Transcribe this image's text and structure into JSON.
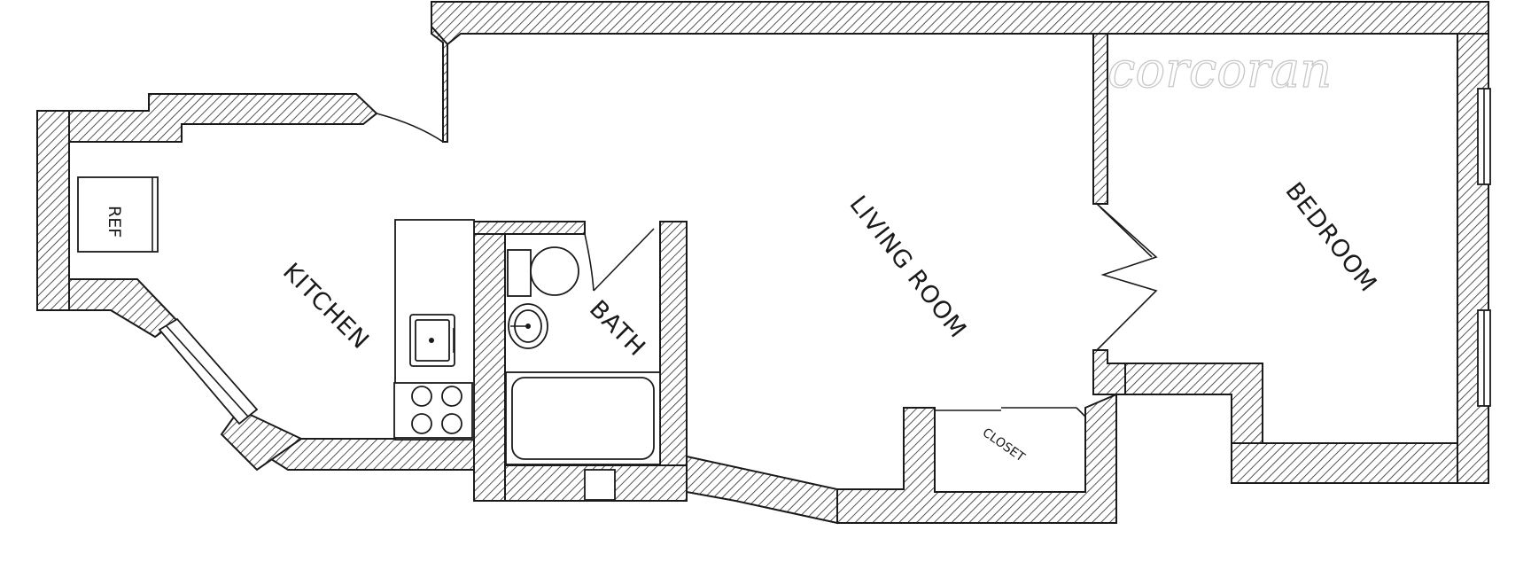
{
  "plan": {
    "watermark": "corcoran",
    "rooms": {
      "kitchen": "KITCHEN",
      "bath": "BATH",
      "living_room": "LIVING ROOM",
      "bedroom": "BEDROOM",
      "closet": "CLOSET"
    },
    "fixtures": {
      "refrigerator": "REF"
    }
  }
}
